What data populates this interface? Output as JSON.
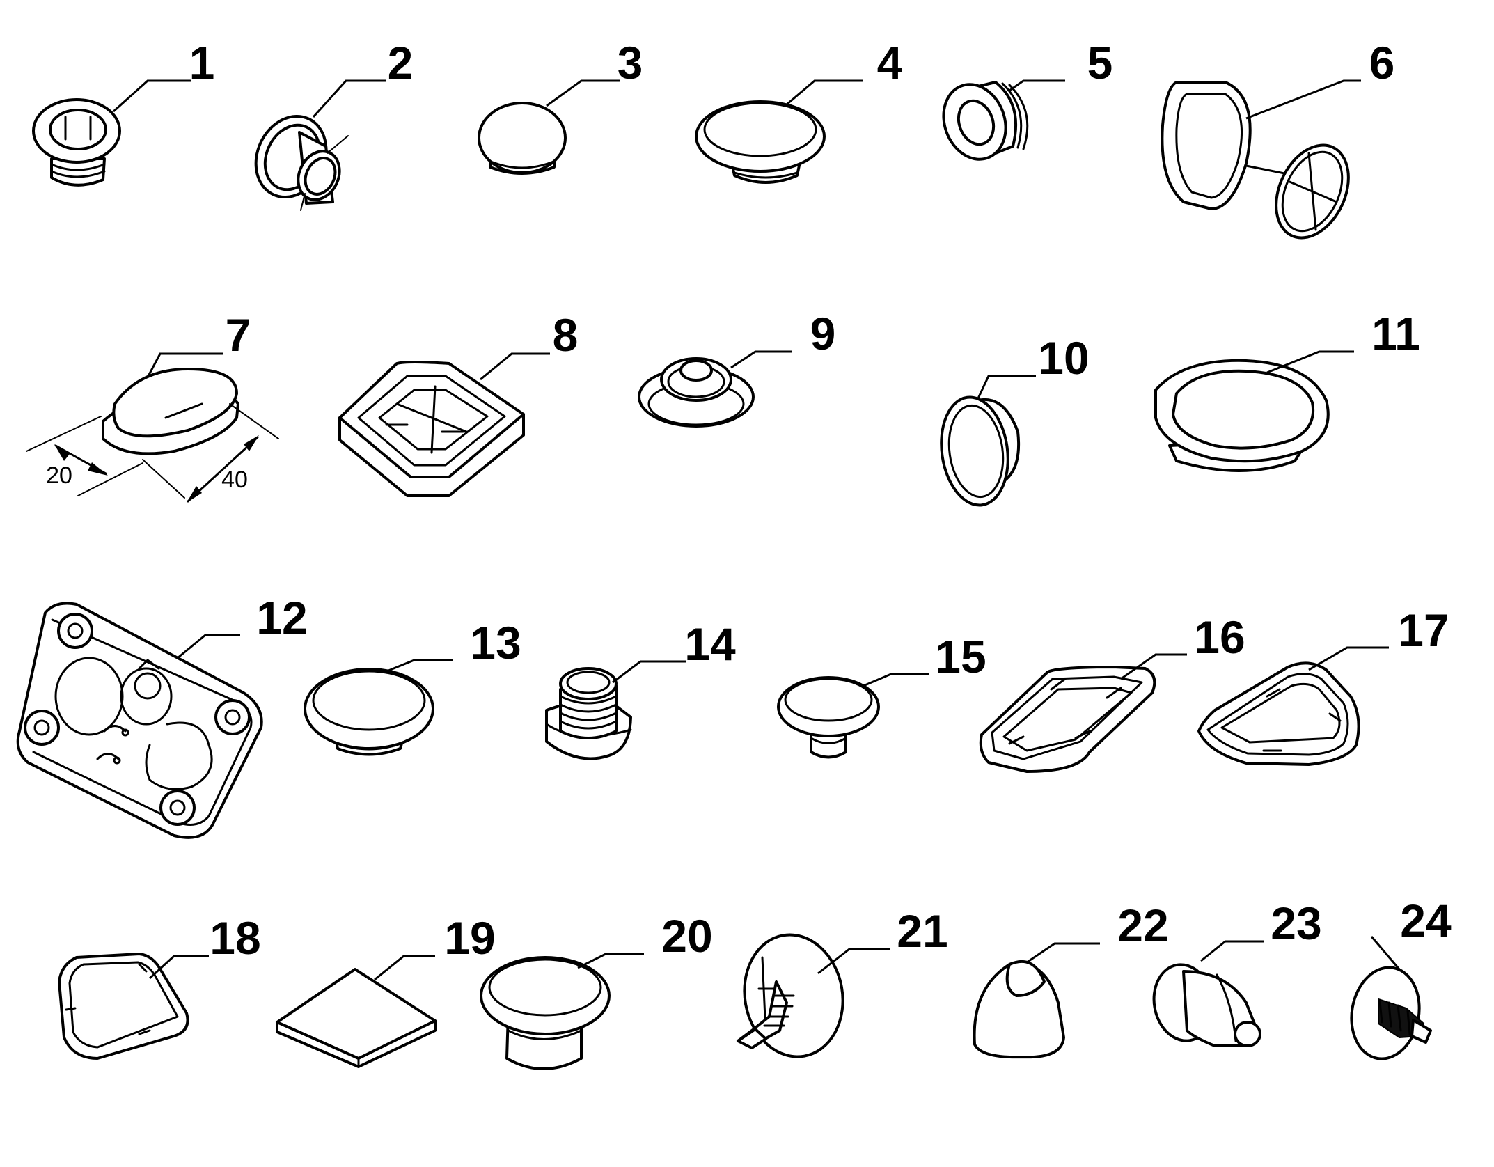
{
  "diagram": {
    "parts": [
      {
        "number": "1",
        "icon": "grommet-with-hole-icon"
      },
      {
        "number": "2",
        "icon": "stepped-grommet-icon"
      },
      {
        "number": "3",
        "icon": "dome-plug-icon"
      },
      {
        "number": "4",
        "icon": "wide-dome-plug-icon"
      },
      {
        "number": "5",
        "icon": "ribbed-grommet-icon"
      },
      {
        "number": "6",
        "icon": "oval-grommet-with-cap-icon"
      },
      {
        "number": "7",
        "icon": "oval-plug-icon"
      },
      {
        "number": "8",
        "icon": "square-grid-plug-icon"
      },
      {
        "number": "9",
        "icon": "stepped-cone-grommet-icon"
      },
      {
        "number": "10",
        "icon": "side-view-plug-icon"
      },
      {
        "number": "11",
        "icon": "large-oval-plug-icon"
      },
      {
        "number": "12",
        "icon": "mounting-plate-icon"
      },
      {
        "number": "13",
        "icon": "dome-plug-icon"
      },
      {
        "number": "14",
        "icon": "ribbed-cylinder-plug-icon"
      },
      {
        "number": "15",
        "icon": "mushroom-plug-icon"
      },
      {
        "number": "16",
        "icon": "rectangular-cover-icon"
      },
      {
        "number": "17",
        "icon": "triangular-cover-icon"
      },
      {
        "number": "18",
        "icon": "rounded-cover-icon"
      },
      {
        "number": "19",
        "icon": "square-pad-icon"
      },
      {
        "number": "20",
        "icon": "deep-dome-plug-icon"
      },
      {
        "number": "21",
        "icon": "push-clip-icon"
      },
      {
        "number": "22",
        "icon": "cone-plug-icon"
      },
      {
        "number": "23",
        "icon": "tapered-plug-icon"
      },
      {
        "number": "24",
        "icon": "screw-rivet-icon"
      }
    ],
    "dimensions": {
      "width": "20",
      "length": "40"
    }
  },
  "colors": {
    "line": "#000000",
    "background": "#ffffff"
  }
}
